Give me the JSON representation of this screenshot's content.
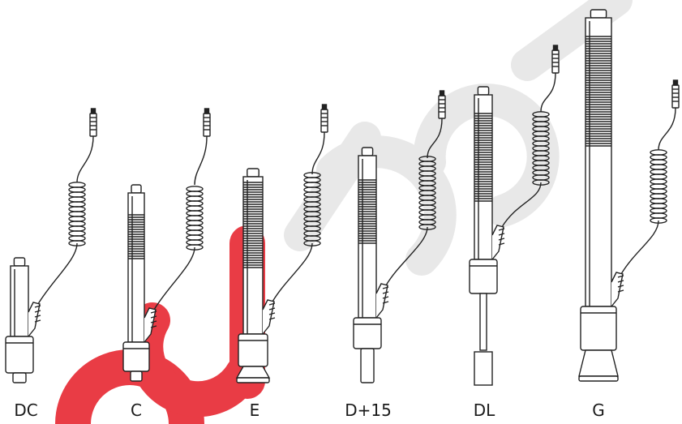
{
  "probes": [
    {
      "label": "DC"
    },
    {
      "label": "C"
    },
    {
      "label": "E"
    },
    {
      "label": "D+15"
    },
    {
      "label": "DL"
    },
    {
      "label": "G"
    }
  ],
  "colors": {
    "stroke": "#222222",
    "watermark_red": "#e8323c",
    "watermark_grey": "#e6e6e6"
  }
}
